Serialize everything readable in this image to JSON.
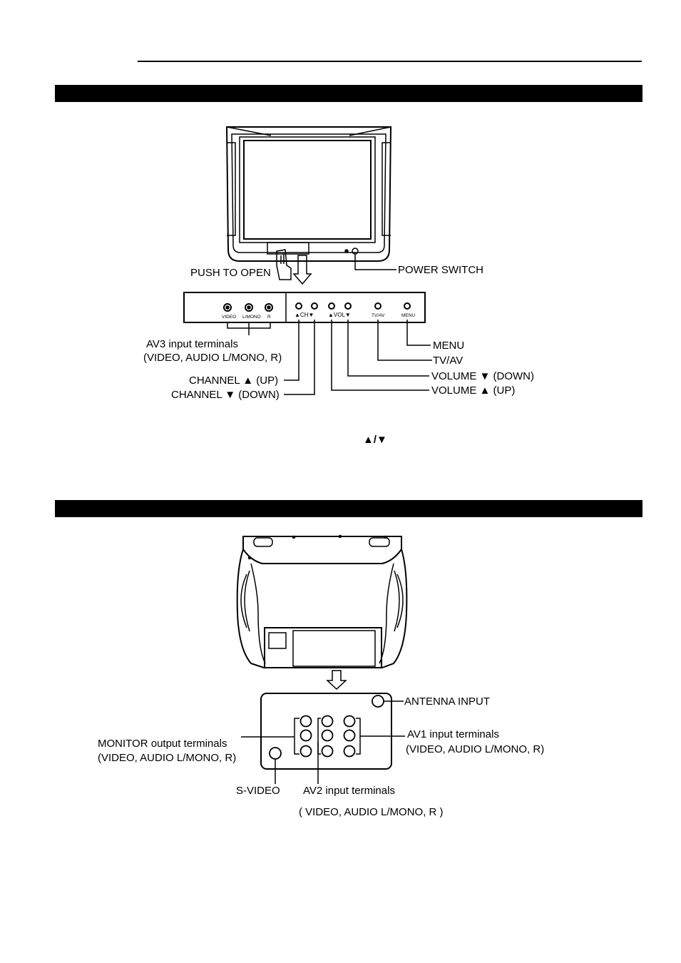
{
  "front": {
    "push_to_open": "PUSH TO OPEN",
    "power_switch": "POWER SWITCH",
    "panel": {
      "video": "VIDEO",
      "lmono": "L/MONO",
      "r": "R",
      "ch": "▲CH▼",
      "vol": "▲VOL▼",
      "tvav": "TV/AV",
      "menu": "MENU"
    },
    "callouts": {
      "av3_line1": "AV3 input terminals",
      "av3_line2": "(VIDEO, AUDIO L/MONO, R)",
      "channel_up": "CHANNEL ▲ (UP)",
      "channel_down": "CHANNEL ▼ (DOWN)",
      "menu": "MENU",
      "tvav": "TV/AV",
      "volume_down": "VOLUME ▼ (DOWN)",
      "volume_up": "VOLUME ▲ (UP)"
    },
    "note_glyph": "▲/▼"
  },
  "rear": {
    "antenna_input": "ANTENNA INPUT",
    "monitor_line1": "MONITOR output terminals",
    "monitor_line2": "(VIDEO, AUDIO L/MONO,  R)",
    "av1_line1": "AV1 input terminals",
    "av1_line2": "(VIDEO, AUDIO L/MONO, R)",
    "s_video": "S-VIDEO",
    "av2_line1": "AV2 input terminals",
    "av2_line2": "( VIDEO, AUDIO  L/MONO,  R )"
  }
}
